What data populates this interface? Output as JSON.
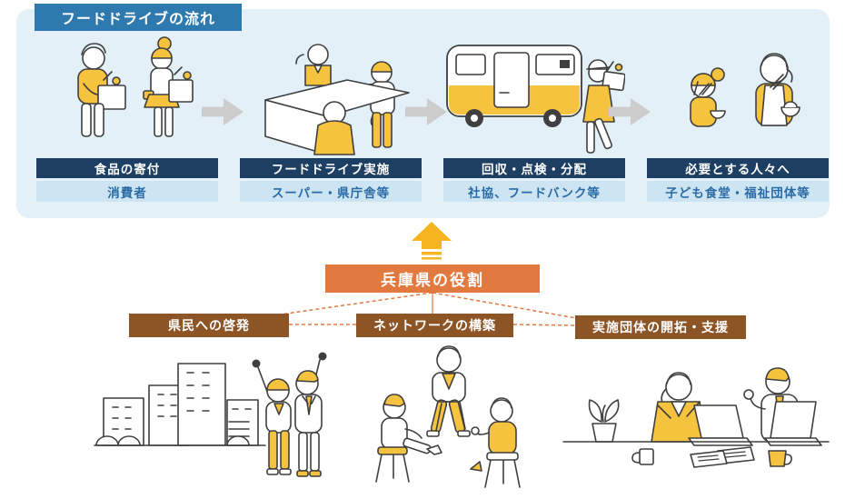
{
  "colors": {
    "header-blue": "#2E79AD",
    "panel-blue": "#E3F0F8",
    "step-navy": "#1D3F63",
    "step-light-blue": "#CDE5F3",
    "step-sub-text": "#2B6BA5",
    "role-orange": "#E2793E",
    "label-brown": "#8D5426",
    "arrow-yellow": "#F6B51E",
    "illustration-yellow": "#F6C33F",
    "arrow-gray": "#CCCCCC",
    "line-dark": "#3F3F3F"
  },
  "flow_panel": {
    "title": "フードドライブの流れ",
    "steps": [
      {
        "title": "食品の寄付",
        "subtitle": "消費者",
        "illustration": "people-carrying-donated-food"
      },
      {
        "title": "フードドライブ実施",
        "subtitle": "スーパー・県庁舎等",
        "illustration": "donation-reception-counter"
      },
      {
        "title": "回収・点検・分配",
        "subtitle": "社協、フードバンク等",
        "illustration": "collection-van-and-worker"
      },
      {
        "title": "必要とする人々へ",
        "subtitle": "子ども食堂・福祉団体等",
        "illustration": "child-and-adult-eating"
      }
    ]
  },
  "role_section": {
    "title": "兵庫県の役割",
    "items": [
      {
        "label": "県民への啓発",
        "illustration": "citizens-cheering-in-city"
      },
      {
        "label": "ネットワークの構築",
        "illustration": "group-discussion-circle"
      },
      {
        "label": "実施団体の開拓・支援",
        "illustration": "meeting-with-laptops"
      }
    ]
  }
}
